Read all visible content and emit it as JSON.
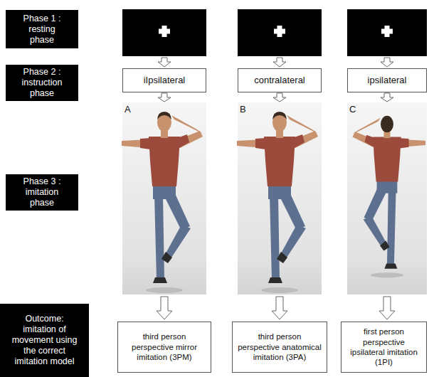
{
  "diagram": {
    "nodes": [
      {
        "text": [
          "Phase 1 : resting phase"
        ]
      },
      {
        "text": [
          "Phase 2 : instruction phase"
        ]
      },
      {
        "text": [
          "iIpsilateral"
        ]
      },
      {
        "text": [
          "contralateral"
        ]
      },
      {
        "text": [
          "ipsilateral"
        ]
      },
      {
        "text": [
          "Phase 3 : imitation phase"
        ]
      },
      {
        "text": [
          "Outcome: imitation of movement using the correct imitation model"
        ]
      },
      {
        "text": [
          "third person perspective mirror imitation (3PM)"
        ]
      },
      {
        "text": [
          "third person perspective anatomical imitation (3PA)"
        ]
      },
      {
        "text": [
          "first person perspective ipsilateral imitation (1PI)"
        ]
      }
    ],
    "labels": [
      "A",
      "B",
      "C"
    ]
  }
}
